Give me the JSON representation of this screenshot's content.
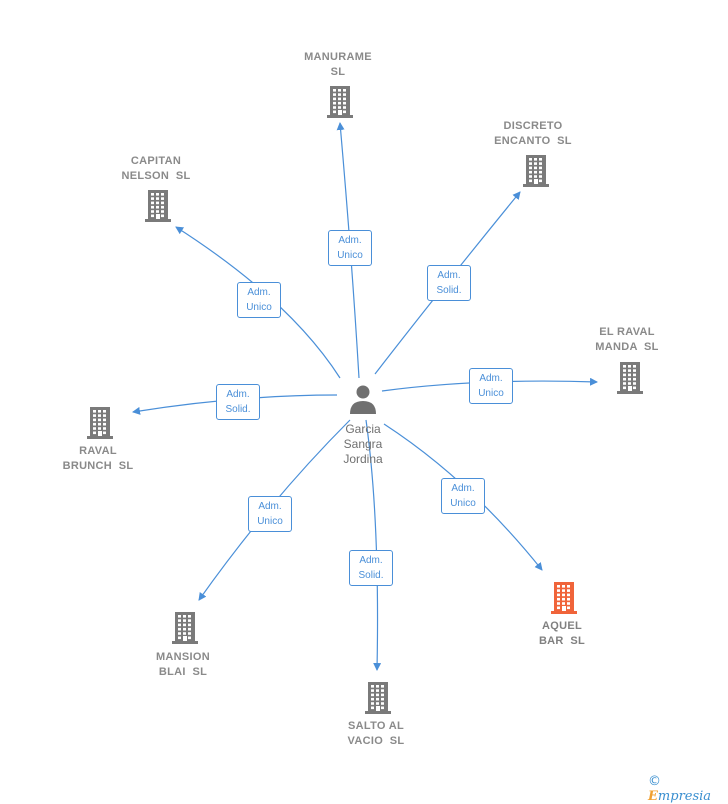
{
  "center": {
    "name_lines": [
      "Garcia",
      "Sangra",
      "Jordina"
    ]
  },
  "nodes": [
    {
      "id": "manurame",
      "lines": [
        "MANURAME",
        "SL"
      ],
      "highlight": false
    },
    {
      "id": "discreto",
      "lines": [
        "DISCRETO",
        "ENCANTO  SL"
      ],
      "highlight": false
    },
    {
      "id": "capitan",
      "lines": [
        "CAPITAN",
        "NELSON  SL"
      ],
      "highlight": false
    },
    {
      "id": "elraval",
      "lines": [
        "EL RAVAL",
        "MANDA  SL"
      ],
      "highlight": false
    },
    {
      "id": "raval",
      "lines": [
        "RAVAL",
        "BRUNCH  SL"
      ],
      "highlight": false
    },
    {
      "id": "aquel",
      "lines": [
        "AQUEL",
        "BAR  SL"
      ],
      "highlight": true
    },
    {
      "id": "mansion",
      "lines": [
        "MANSION",
        "BLAI  SL"
      ],
      "highlight": false
    },
    {
      "id": "salto",
      "lines": [
        "SALTO AL",
        "VACIO  SL"
      ],
      "highlight": false
    }
  ],
  "edges": [
    {
      "to": "manurame",
      "label": [
        "Adm.",
        "Unico"
      ]
    },
    {
      "to": "discreto",
      "label": [
        "Adm.",
        "Solid."
      ]
    },
    {
      "to": "capitan",
      "label": [
        "Adm.",
        "Unico"
      ]
    },
    {
      "to": "elraval",
      "label": [
        "Adm.",
        "Unico"
      ]
    },
    {
      "to": "raval",
      "label": [
        "Adm.",
        "Solid."
      ]
    },
    {
      "to": "aquel",
      "label": [
        "Adm.",
        "Unico"
      ]
    },
    {
      "to": "mansion",
      "label": [
        "Adm.",
        "Unico"
      ]
    },
    {
      "to": "salto",
      "label": [
        "Adm.",
        "Solid."
      ]
    }
  ],
  "colors": {
    "edge": "#4a8fd8",
    "building": "#7a7a7a",
    "building_highlight": "#f0643a",
    "person": "#707070"
  },
  "icons": {
    "building": "building-icon",
    "person": "person-icon"
  },
  "footer": {
    "copyright": "©",
    "brand_first": "E",
    "brand_rest": "mpresia"
  }
}
